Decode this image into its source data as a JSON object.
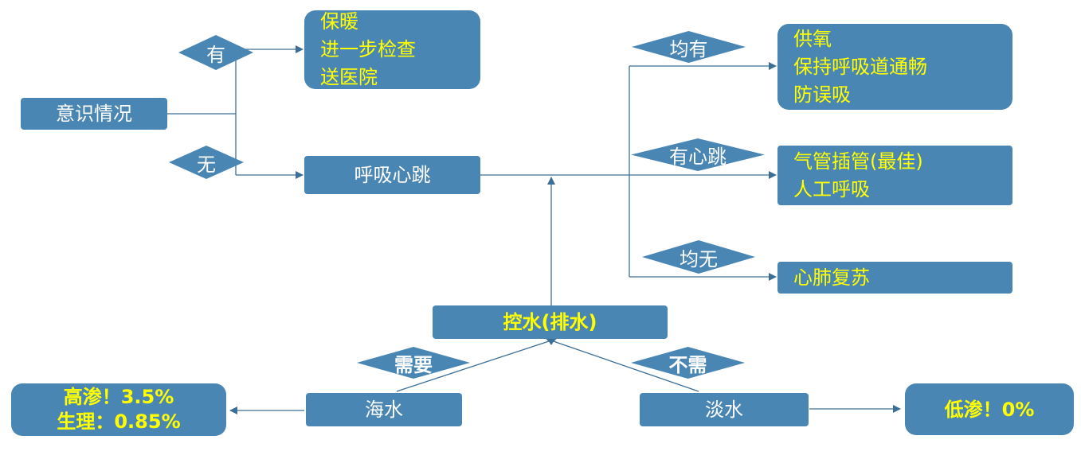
{
  "nodes": {
    "consciousness": "意识情况",
    "conscious_actions": [
      "保暖",
      "进一步检查",
      "送医院"
    ],
    "breathing_heartbeat": "呼吸心跳",
    "both_present_actions": [
      "供氧",
      "保持呼吸道通畅",
      "防误吸"
    ],
    "heartbeat_actions": [
      "气管插管(最佳)",
      "人工呼吸"
    ],
    "none_action": "心肺复苏",
    "drain_water": "控水(排水)",
    "seawater": "海水",
    "freshwater": "淡水",
    "high_osmotic": [
      "高渗！3.5%",
      "生理：0.85%"
    ],
    "low_osmotic": "低渗！0%"
  },
  "decisions": {
    "yes": "有",
    "no": "无",
    "both_present": "均有",
    "has_heartbeat": "有心跳",
    "both_absent": "均无",
    "needed": "需要",
    "not_needed": "不需"
  },
  "colors": {
    "box_fill": "#4a86b4",
    "highlight_text": "#ffff00",
    "line": "#3c6f97"
  }
}
